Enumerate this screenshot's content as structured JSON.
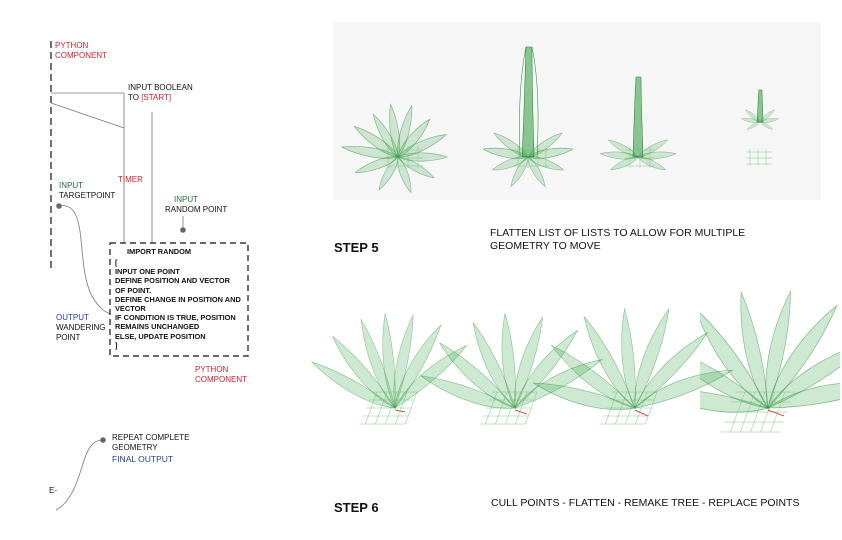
{
  "diagram": {
    "python_component_top": [
      "PYTHON",
      "COMPONENT"
    ],
    "input_boolean": [
      "INPUT BOOLEAN",
      "TO "
    ],
    "input_boolean_start": "[START]",
    "timer": "TIMER",
    "input_target": {
      "kind": "INPUT",
      "name": "TARGETPOINT"
    },
    "input_random": {
      "kind": "INPUT",
      "name": "RANDOM POINT"
    },
    "import_random": "IMPORT RANDOM",
    "code_lines": [
      "[",
      "INPUT  ONE POINT",
      "DEFINE POSITION AND VECTOR",
      "OF POINT.",
      " VECTOR",
      "DEFINE CHANGE IN POSITION AND",
      "IF CONDITION IS TRUE, POSITION",
      "REMAINS UNCHANGED",
      "ELSE, UPDATE POSITION",
      "]"
    ],
    "output": {
      "kind": "OUTPUT",
      "lines": [
        "WANDERING",
        "POINT"
      ]
    },
    "python_component_bottom": [
      "PYTHON",
      "COMPONENT"
    ],
    "repeat": [
      "REPEAT COMPLETE",
      "GEOMETRY"
    ],
    "final_output": "FINAL OUTPUT",
    "e_label": "E-"
  },
  "steps": [
    {
      "label": "STEP 5",
      "caption": [
        "FLATTEN LIST OF LISTS TO ALLOW FOR MULTIPLE",
        "GEOMETRY TO MOVE"
      ]
    },
    {
      "label": "STEP 6",
      "caption": [
        "CULL POINTS - FLATTEN - REMAKE TREE - REPLACE POINTS"
      ]
    }
  ],
  "colors": {
    "label_red": "#d2232a",
    "label_green": "#1d6b3b",
    "label_blue": "#24448f",
    "leaf_green": "#3aa64a",
    "panel_bg": "#f6f6f6"
  }
}
